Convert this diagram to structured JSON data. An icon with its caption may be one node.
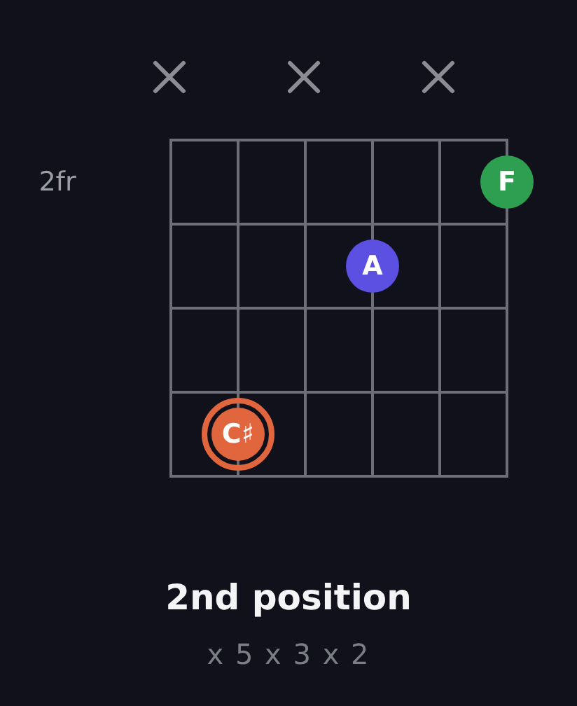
{
  "diagram": {
    "title": "2nd position",
    "caption": "x 5 x 3 x 2",
    "nodes": [
      {
        "text": [
          "F"
        ]
      },
      {
        "text": [
          "A"
        ]
      },
      {
        "text": [
          "C♯"
        ]
      }
    ],
    "labels": [
      "2fr"
    ]
  }
}
